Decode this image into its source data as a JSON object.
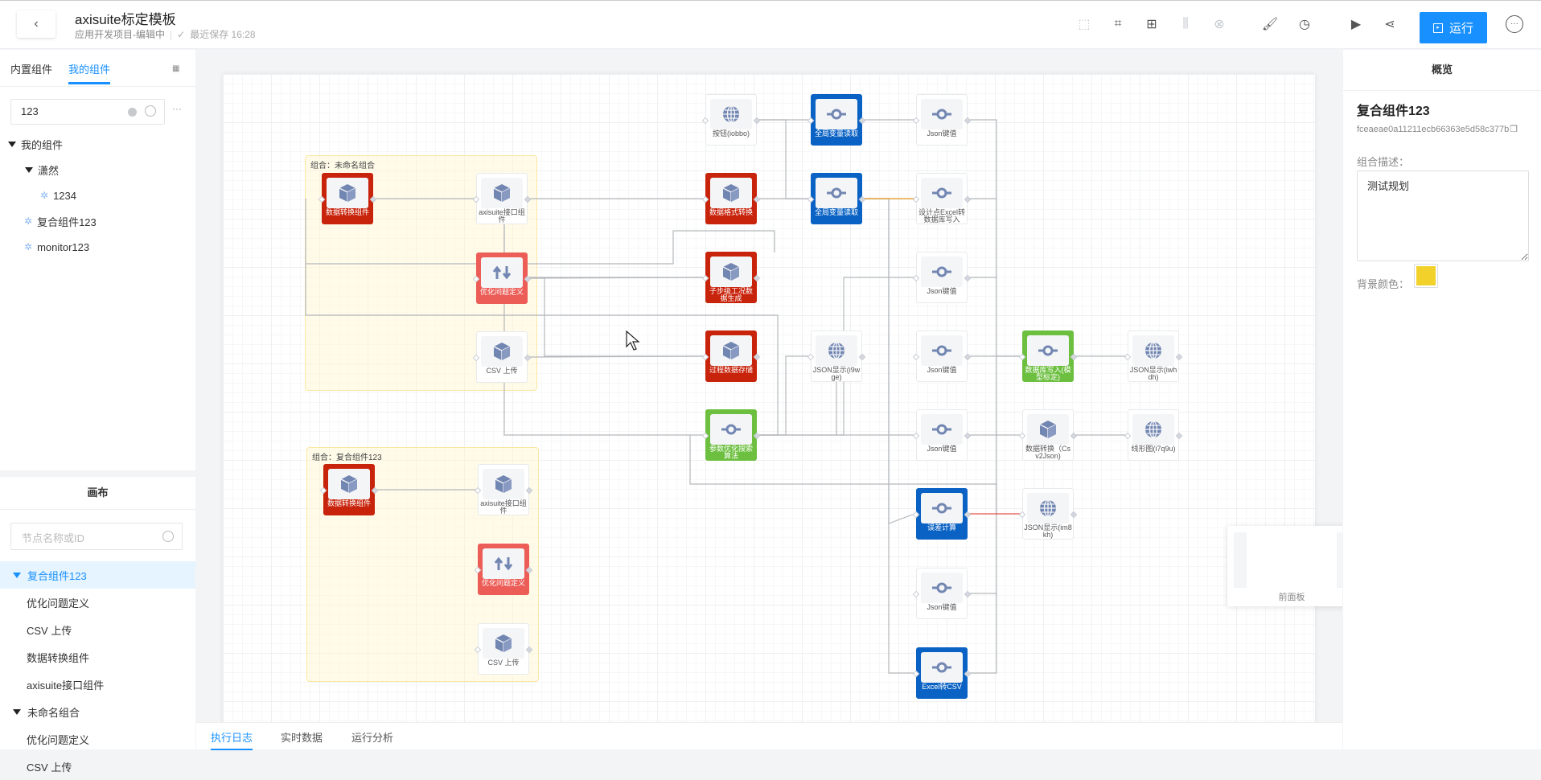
{
  "header": {
    "title": "axisuite标定模板",
    "subtitle": "应用开发项目-编辑中",
    "saved": "最近保存 16:28",
    "run_label": "运行",
    "toolbar_icons": [
      "select-frame-icon",
      "node-frame-icon",
      "align-icon",
      "distribute-icon",
      "layout-icon",
      "format-painter-icon",
      "history-icon",
      "play-icon",
      "share-icon"
    ]
  },
  "left": {
    "tabs": [
      "内置组件",
      "我的组件"
    ],
    "active_tab": 1,
    "search_value": "123",
    "tree": [
      {
        "label": "我的组件",
        "kind": "folder"
      },
      {
        "label": "潇然",
        "kind": "folder"
      },
      {
        "label": "1234",
        "kind": "component"
      },
      {
        "label": "复合组件123",
        "kind": "component"
      },
      {
        "label": "monitor123",
        "kind": "component"
      }
    ],
    "canvas_section": {
      "title": "画布",
      "search_placeholder": "节点名称或ID",
      "items": [
        {
          "label": "复合组件123",
          "kind": "group",
          "selected": true
        },
        {
          "label": "优化问题定义",
          "kind": "node"
        },
        {
          "label": "CSV 上传",
          "kind": "node"
        },
        {
          "label": "数据转换组件",
          "kind": "node"
        },
        {
          "label": "axisuite接口组件",
          "kind": "node"
        },
        {
          "label": "未命名组合",
          "kind": "group"
        },
        {
          "label": "优化问题定义",
          "kind": "node"
        },
        {
          "label": "CSV 上传",
          "kind": "node"
        }
      ]
    }
  },
  "canvas": {
    "groups": [
      {
        "label": "组合：未命名组合"
      },
      {
        "label": "组合：复合组件123"
      }
    ],
    "nodes": [
      {
        "label": "数据转换组件",
        "color": "red",
        "icon": "cube"
      },
      {
        "label": "axisuite接口组件",
        "color": "white",
        "icon": "cube"
      },
      {
        "label": "优化问题定义",
        "color": "pink",
        "icon": "sync"
      },
      {
        "label": "CSV 上传",
        "color": "white",
        "icon": "cube"
      },
      {
        "label": "数据转换组件",
        "color": "red",
        "icon": "cube"
      },
      {
        "label": "axisuite接口组件",
        "color": "white",
        "icon": "cube"
      },
      {
        "label": "优化问题定义",
        "color": "pink",
        "icon": "sync"
      },
      {
        "label": "CSV 上传",
        "color": "white",
        "icon": "cube"
      },
      {
        "label": "按钮(iobbo)",
        "color": "white",
        "icon": "globe"
      },
      {
        "label": "数据格式转换",
        "color": "red",
        "icon": "cube"
      },
      {
        "label": "子步级工况数据生成",
        "color": "red",
        "icon": "cube"
      },
      {
        "label": "过程数据存储",
        "color": "red",
        "icon": "cube"
      },
      {
        "label": "参数优化搜索算法",
        "color": "green",
        "icon": "slider"
      },
      {
        "label": "全局变量读取",
        "color": "blue",
        "icon": "slider"
      },
      {
        "label": "全局变量读取",
        "color": "blue",
        "icon": "slider"
      },
      {
        "label": "JSON显示(i9wge)",
        "color": "white",
        "icon": "globe"
      },
      {
        "label": "Json键值",
        "color": "white",
        "icon": "slider"
      },
      {
        "label": "设计点Excel转数据库写入",
        "color": "white",
        "icon": "slider"
      },
      {
        "label": "Json键值",
        "color": "white",
        "icon": "slider"
      },
      {
        "label": "Json键值",
        "color": "white",
        "icon": "slider"
      },
      {
        "label": "Json键值",
        "color": "white",
        "icon": "slider"
      },
      {
        "label": "误差计算",
        "color": "blue",
        "icon": "slider"
      },
      {
        "label": "Json键值",
        "color": "white",
        "icon": "slider"
      },
      {
        "label": "Excel转CSV",
        "color": "blue",
        "icon": "slider"
      },
      {
        "label": "数据库写入(模型标定)",
        "color": "green",
        "icon": "slider"
      },
      {
        "label": "数据转换（Csv2Json)",
        "color": "white",
        "icon": "cube"
      },
      {
        "label": "JSON显示(im8kh)",
        "color": "white",
        "icon": "globe"
      },
      {
        "label": "JSON显示(iwhdh)",
        "color": "white",
        "icon": "globe"
      },
      {
        "label": "线形图(i7q9u)",
        "color": "white",
        "icon": "globe"
      }
    ],
    "minimap_label": "前面板"
  },
  "bottom_tabs": [
    "执行日志",
    "实时数据",
    "运行分析"
  ],
  "bottom_active": 0,
  "right": {
    "header": "概览",
    "title": "复合组件123",
    "id": "fceaeae0a11211ecb66363e5d58c377b",
    "desc_label": "组合描述：",
    "desc_value": "测试规划",
    "bg_label": "背景颜色：",
    "bg_color": "#f2d12b"
  },
  "colors": {
    "accent": "#1890ff",
    "red": "#c8230b",
    "pink": "#ec5d57",
    "blue": "#0a62c4",
    "green": "#6cbf3f"
  }
}
